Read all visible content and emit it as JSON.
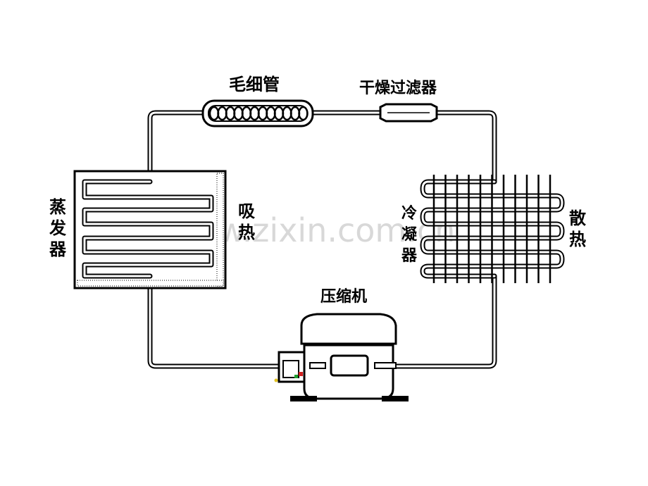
{
  "labels": {
    "capillary": "毛细管",
    "drier_filter": "干燥过滤器",
    "evaporator": "蒸发器",
    "absorb_heat": "吸热",
    "condenser": "冷凝器",
    "release_heat": "散热",
    "compressor": "压缩机"
  },
  "watermark": "www.zixin.com.cn",
  "colors": {
    "line": "#000000",
    "background": "#ffffff",
    "watermark": "#d8d8d8"
  }
}
